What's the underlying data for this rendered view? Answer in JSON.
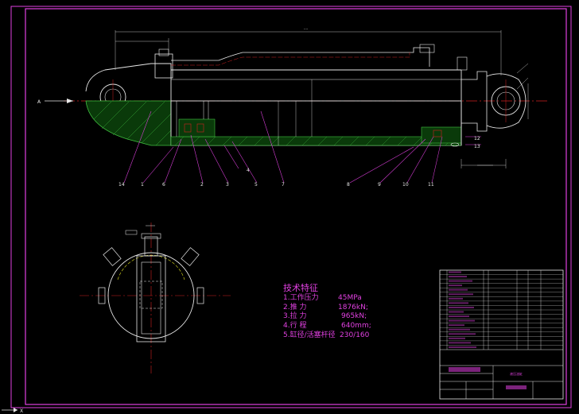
{
  "drawing": {
    "section_marker": "A",
    "part_numbers": [
      "14",
      "1",
      "6",
      "2",
      "3",
      "4",
      "5",
      "7",
      "8",
      "9",
      "10",
      "11",
      "12",
      "13"
    ],
    "tech_spec": {
      "title": "技术特征",
      "lines": [
        {
          "label": "1.工作压力",
          "value": "45MPa"
        },
        {
          "label": "2.推  力",
          "value": "1876kN;"
        },
        {
          "label": "3.拉  力",
          "value": "965kN;"
        },
        {
          "label": "4.行  程",
          "value": "640mm;"
        },
        {
          "label": "5.缸径/活塞杆径",
          "value": "230/160"
        }
      ]
    },
    "title_block": {
      "drawing_name": "液压油缸"
    }
  },
  "colors": {
    "background": "#000000",
    "frame": "#e040e0",
    "outline": "#e8e8e8",
    "centerline": "#d02020",
    "hatch": "#40c040",
    "leader": "#e040e0",
    "dimension": "#e8e8e8"
  }
}
